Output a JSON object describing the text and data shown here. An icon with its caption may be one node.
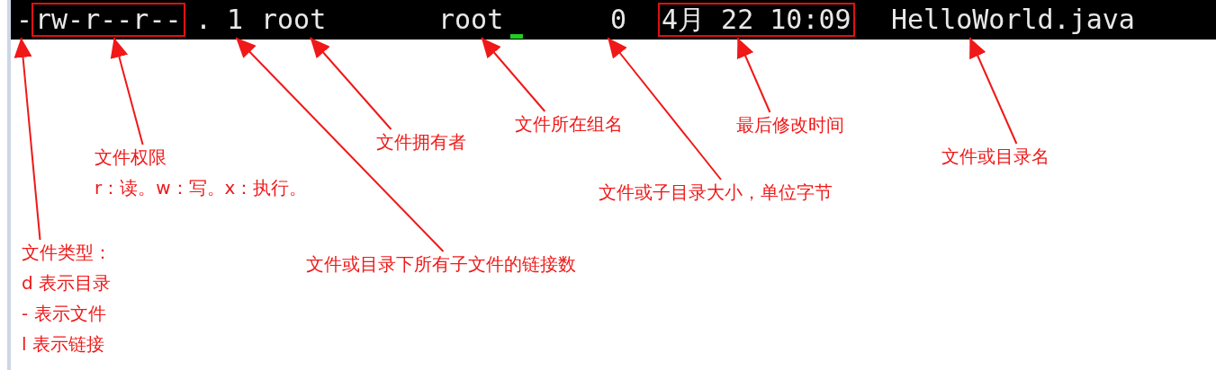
{
  "diagram": {
    "nodes": [
      {
        "text": [],
        "shape": "bar"
      },
      {
        "text": [
          "-"
        ],
        "in": 0
      },
      {
        "text": [
          "rw-r--r--"
        ],
        "in": 0
      },
      {
        "text": [
          "1"
        ],
        "in": 0
      },
      {
        "text": [
          "root"
        ],
        "in": 0
      },
      {
        "text": [
          "root"
        ],
        "in": 0
      },
      {
        "text": [
          "0"
        ],
        "in": 0
      },
      {
        "text": [
          "4月 22 10:09"
        ],
        "in": 0
      },
      {
        "text": [
          "HelloWorld.java"
        ],
        "in": 0
      },
      {
        "text": [
          "文件类型：",
          "d 表示目录",
          "- 表示文件",
          "l 表示链接"
        ]
      },
      {
        "text": [
          "文件权限",
          "r：读。w：写。x：执行。"
        ]
      },
      {
        "text": [
          "文件或目录下所有子文件的链接数"
        ]
      },
      {
        "text": [
          "文件拥有者"
        ]
      },
      {
        "text": [
          "文件所在组名"
        ]
      },
      {
        "text": [
          "文件或子目录大小，单位字节"
        ]
      },
      {
        "text": [
          "最后修改时间"
        ]
      },
      {
        "text": [
          "文件或目录名"
        ]
      }
    ],
    "edges": [
      {
        "from": 9,
        "to": 1,
        "arrow": "to"
      },
      {
        "from": 10,
        "to": 2,
        "arrow": "to"
      },
      {
        "from": 11,
        "to": 3,
        "arrow": "to"
      },
      {
        "from": 12,
        "to": 4,
        "arrow": "to"
      },
      {
        "from": 13,
        "to": 5,
        "arrow": "to"
      },
      {
        "from": 14,
        "to": 6,
        "arrow": "to"
      },
      {
        "from": 15,
        "to": 7,
        "arrow": "to"
      },
      {
        "from": 16,
        "to": 8,
        "arrow": "to"
      }
    ],
    "labels": [
      "."
    ]
  }
}
